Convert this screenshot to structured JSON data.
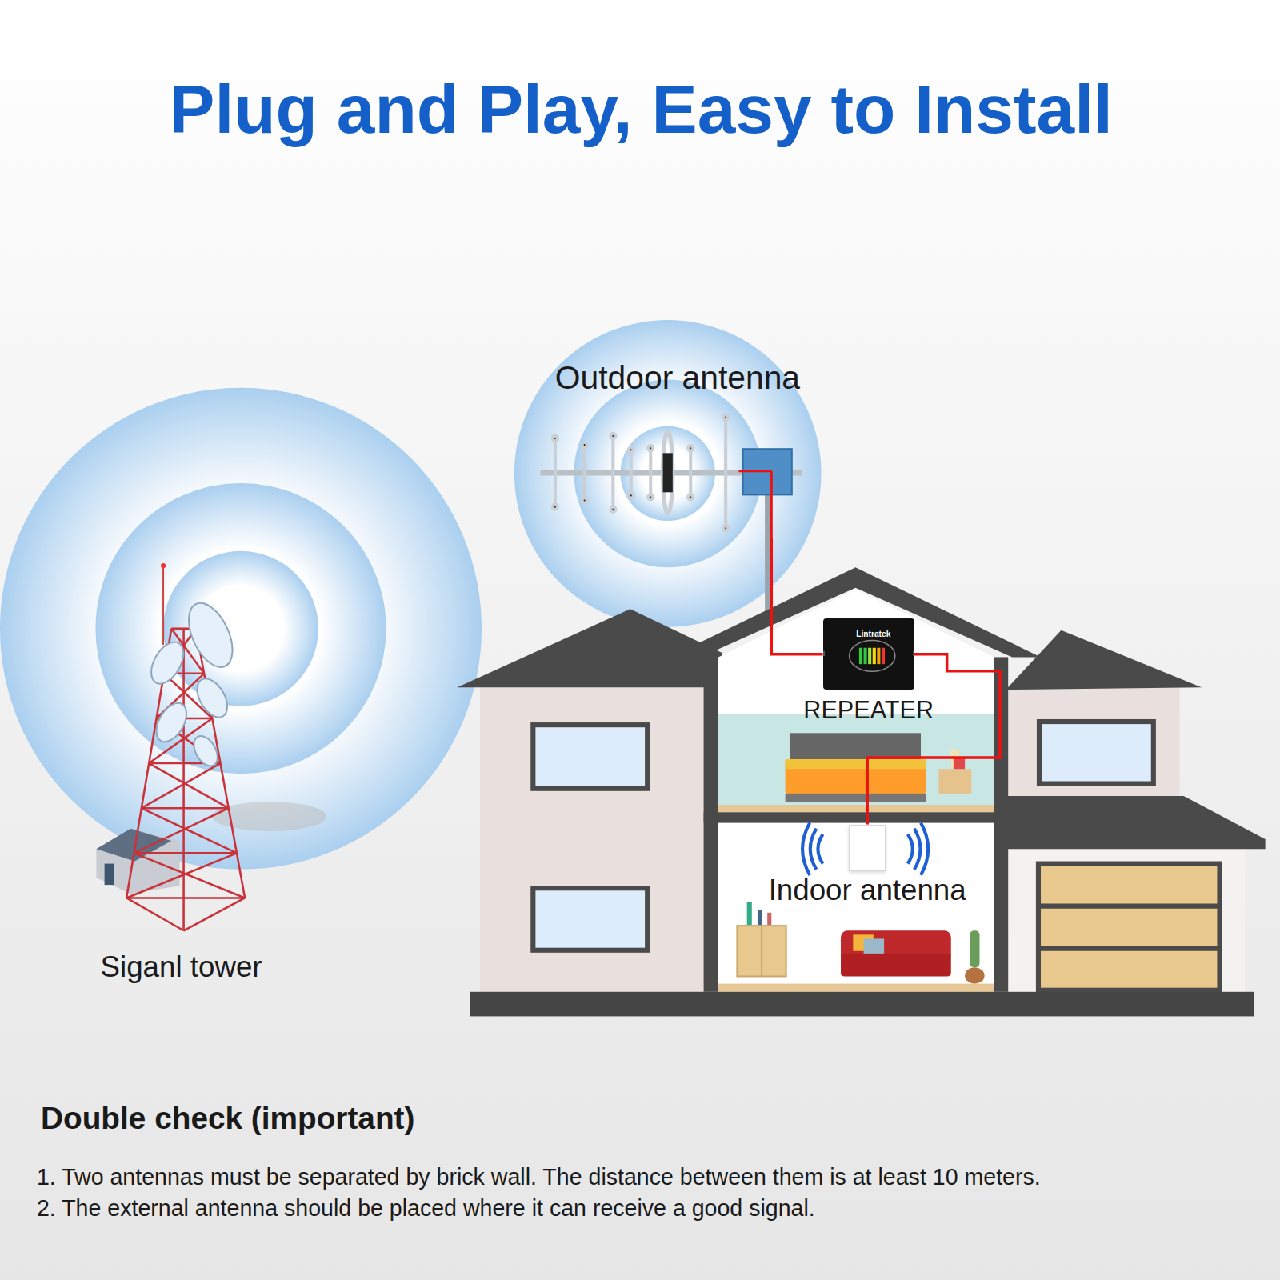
{
  "diagram": {
    "title": "Plug and Play, Easy to Install",
    "nodes": [
      {
        "text": [
          "Outdoor antenna"
        ]
      },
      {
        "text": [
          "REPEATER"
        ]
      },
      {
        "text": [
          "Indoor antenna"
        ]
      }
    ],
    "edges": [
      {
        "from": 0,
        "to": 1,
        "arrow": "none"
      },
      {
        "from": 1,
        "to": 2,
        "arrow": "none"
      }
    ],
    "labels": [
      "Siganl tower",
      "Lintratek",
      "Double check (important)",
      "1. Two antennas must be separated by brick wall. The distance between them is at least 10 meters.",
      "2. The external antenna should be placed where it can receive a good signal."
    ]
  }
}
